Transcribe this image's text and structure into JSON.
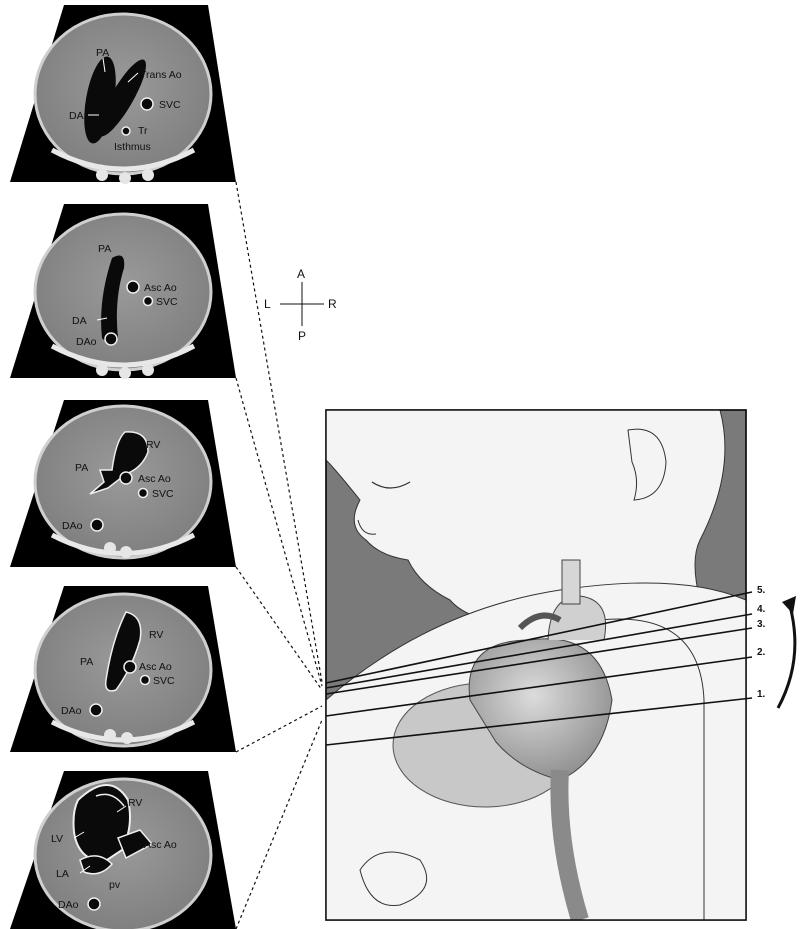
{
  "orientation": {
    "anterior": "A",
    "posterior": "P",
    "left": "L",
    "right": "R"
  },
  "panels": [
    {
      "id": "panel-1",
      "labels": {
        "pa": "PA",
        "trans_ao": "Trans Ao",
        "svc": "SVC",
        "da": "DA",
        "tr": "Tr",
        "isthmus": "Isthmus"
      }
    },
    {
      "id": "panel-2",
      "labels": {
        "pa": "PA",
        "asc_ao": "Asc Ao",
        "svc": "SVC",
        "da": "DA",
        "dao": "DAo"
      }
    },
    {
      "id": "panel-3",
      "labels": {
        "rv": "RV",
        "pa": "PA",
        "asc_ao": "Asc Ao",
        "svc": "SVC",
        "dao": "DAo"
      }
    },
    {
      "id": "panel-4",
      "labels": {
        "rv": "RV",
        "pa": "PA",
        "asc_ao": "Asc Ao",
        "svc": "SVC",
        "dao": "DAo"
      }
    },
    {
      "id": "panel-5",
      "labels": {
        "rv": "RV",
        "lv": "LV",
        "asc_ao": "Asc Ao",
        "la": "LA",
        "pv": "pv",
        "dao": "DAo"
      }
    }
  ],
  "planes": [
    "5.",
    "4.",
    "3.",
    "2.",
    "1."
  ],
  "colors": {
    "panel_bg": "#000000",
    "tissue": "#8f8f8f",
    "illustration_bg": "#7a7a7a",
    "skin": "#f4f4f4"
  }
}
